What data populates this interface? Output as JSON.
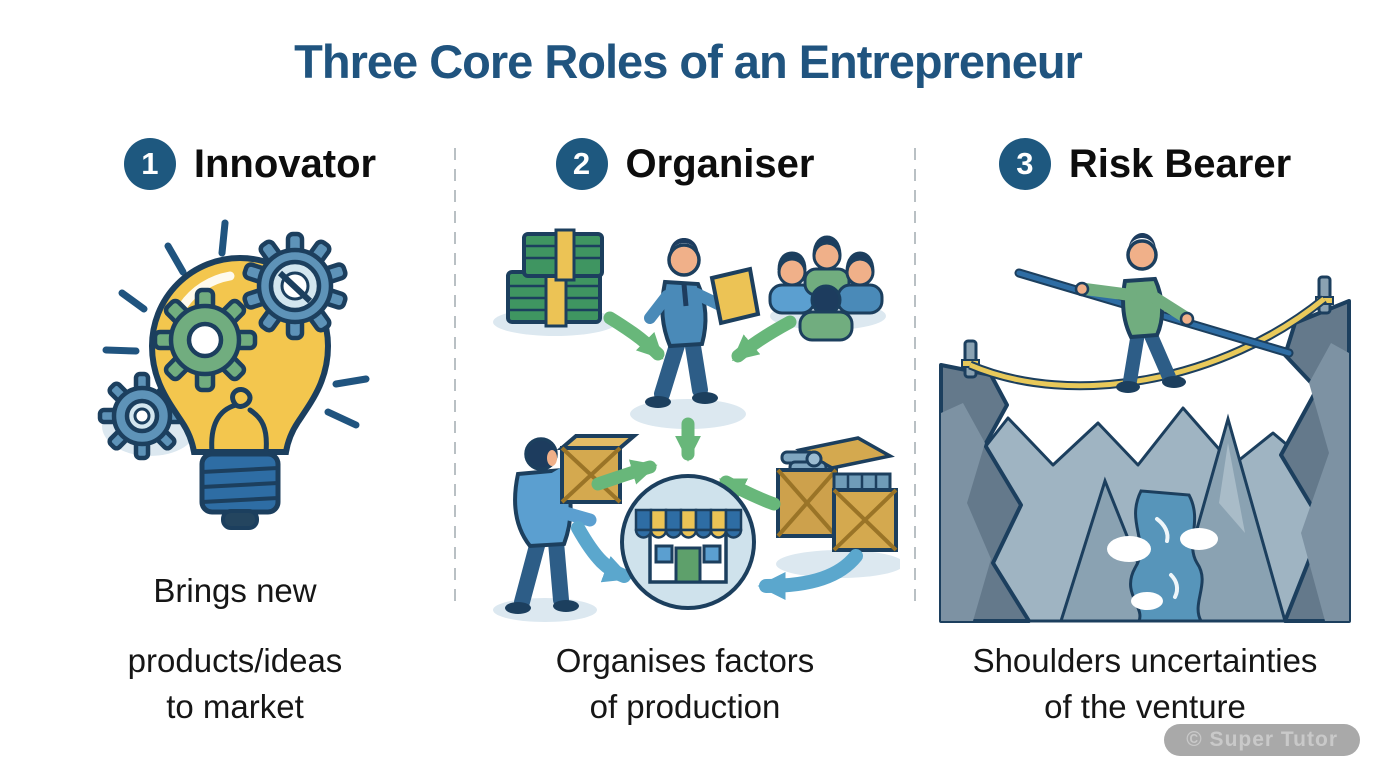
{
  "title": "Three Core Roles of an Entrepreneur",
  "watermark": "© Super Tutor",
  "columns": [
    {
      "number": "1",
      "label": "Innovator",
      "icon": "lightbulb-gears",
      "captions": [
        "Brings new",
        "products/ideas",
        "to market"
      ]
    },
    {
      "number": "2",
      "label": "Organiser",
      "icon": "resource-flow-to-shop",
      "captions": [
        "Organises factors",
        "of production"
      ]
    },
    {
      "number": "3",
      "label": "Risk Bearer",
      "icon": "tightrope-walker-over-gorge",
      "captions": [
        "Shoulders uncertainties",
        "of the venture"
      ]
    }
  ],
  "colors": {
    "title": "#20547f",
    "badge": "#1e587f",
    "text": "#161616",
    "divider": "#b9c0c4",
    "wm_bg": "#a9a9a9",
    "wm_text": "#c9c9c9",
    "outline": "#1c3f5e",
    "bulb": "#f3c64e",
    "gear_green": "#71ad7f",
    "gear_blue": "#5e93b8",
    "gear_light": "#d3e6ef",
    "base_blue": "#2e6da4",
    "skin": "#f0b089",
    "hair": "#1d3c5e",
    "shirt_blue": "#4a8ab8",
    "shirt_light": "#5b9fd0",
    "pants": "#2d5d87",
    "green": "#71ad7f",
    "money": "#3f9561",
    "band": "#ecc355",
    "arrow_green": "#68b77a",
    "arrow_blue": "#5ba7cd",
    "crate": "#d4a94f",
    "crate_dark": "#9a7427",
    "shop_bg": "#cfe2ec",
    "door_green": "#5ea06b",
    "window_blue": "#5b9fd0",
    "mountain": "#9fb4c2",
    "mountain_mid": "#8aa2b2",
    "mountain_dark": "#64798b",
    "river": "#5795ba",
    "foam": "#ffffff",
    "rope": "#e8c95a",
    "pole": "#2e6da4",
    "shadow": "#dce8f0"
  }
}
